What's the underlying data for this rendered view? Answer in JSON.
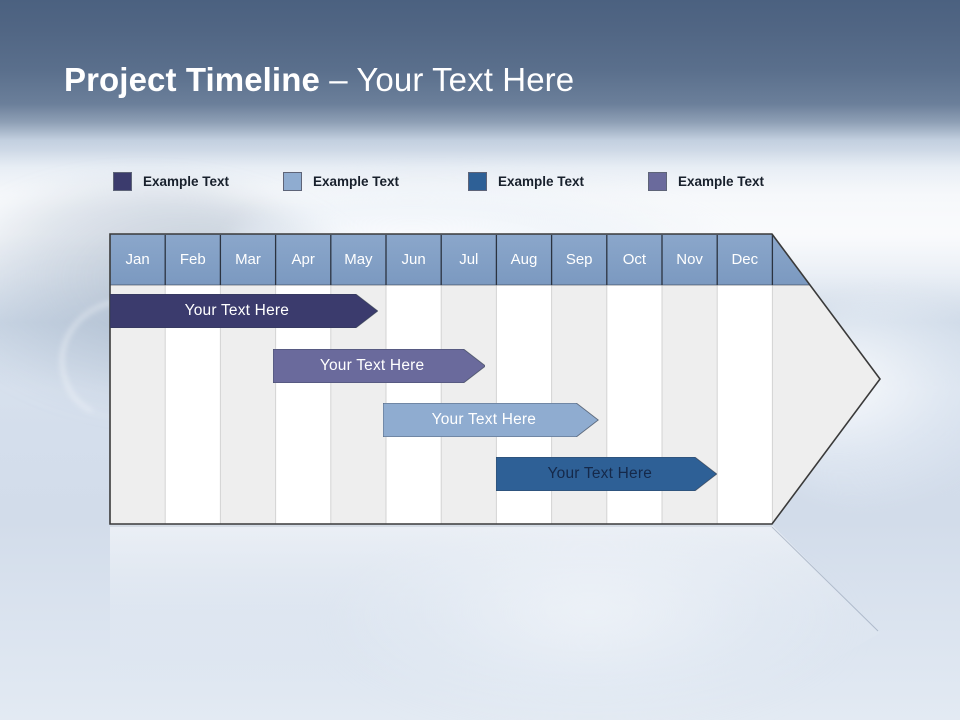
{
  "slide": {
    "title_strong": "Project Timeline",
    "title_separator": " – ",
    "title_light": "Your Text Here"
  },
  "legend": {
    "items": [
      {
        "label": "Example Text",
        "color": "#3b3b6d",
        "swatch": "legend-swatch-navy"
      },
      {
        "label": "Example Text",
        "color": "#8facd0",
        "swatch": "legend-swatch-light-blue"
      },
      {
        "label": "Example Text",
        "color": "#2e6096",
        "swatch": "legend-swatch-blue"
      },
      {
        "label": "Example Text",
        "color": "#6a6a9c",
        "swatch": "legend-swatch-purple"
      }
    ]
  },
  "chart_data": {
    "type": "bar",
    "title": "Project Timeline",
    "orientation": "horizontal",
    "xlabel": "",
    "ylabel": "",
    "grid": true,
    "legend_position": "top",
    "categories": [
      "Jan",
      "Feb",
      "Mar",
      "Apr",
      "May",
      "Jun",
      "Jul",
      "Aug",
      "Sep",
      "Oct",
      "Nov",
      "Dec"
    ],
    "axis_range": [
      "Jan",
      "Dec"
    ],
    "header_fill": "#7f9ec4",
    "header_text_color": "#ffffff",
    "stripe_colors": [
      "#eeeeee",
      "#ffffff"
    ],
    "border_color": "#3a3a3a",
    "series": [
      {
        "name": "Example Text",
        "label": "Your  Text Here",
        "color": "#3b3b6d",
        "text_color": "#ffffff",
        "start_month": "Jan",
        "end_month": "Apr",
        "start_index": 0,
        "end_index": 3.85,
        "row": 1
      },
      {
        "name": "Example Text",
        "label": "Your  Text Here",
        "color": "#6a6a9c",
        "text_color": "#ffffff",
        "start_month": "Apr",
        "end_month": "Jun",
        "start_index": 2.95,
        "end_index": 5.8,
        "row": 2
      },
      {
        "name": "Example Text",
        "label": "Your  Text Here",
        "color": "#8facd0",
        "text_color": "#ffffff",
        "start_month": "Jun",
        "end_month": "Sep",
        "start_index": 4.95,
        "end_index": 7.85,
        "row": 3
      },
      {
        "name": "Example Text",
        "label": "Your  Text Here",
        "color": "#2e6096",
        "text_color": "#15294a",
        "start_month": "Sep",
        "end_month": "Dec",
        "start_index": 7.0,
        "end_index": 10.0,
        "row": 4
      }
    ]
  }
}
